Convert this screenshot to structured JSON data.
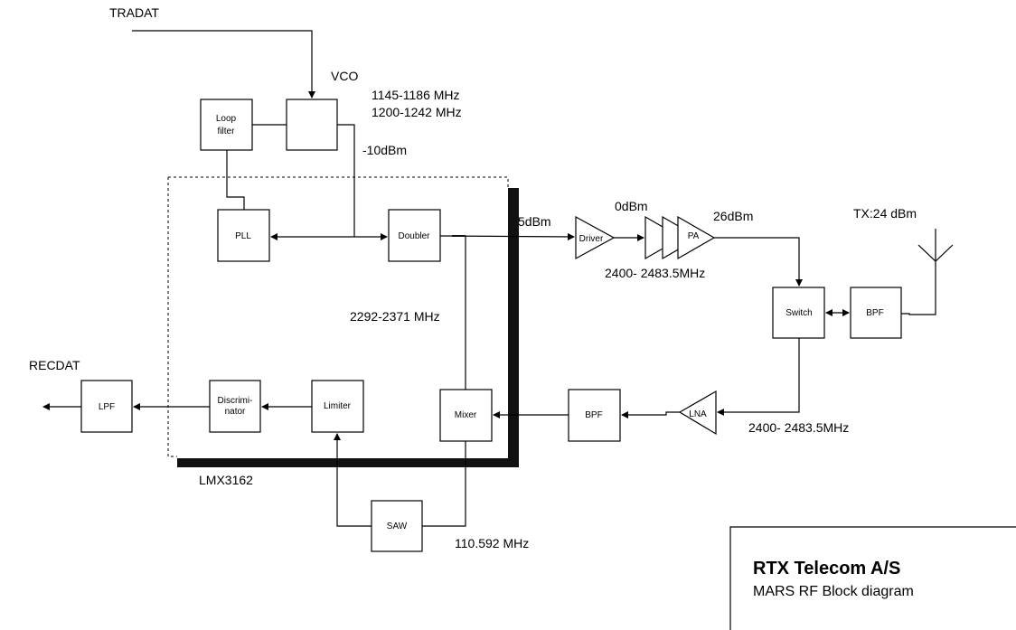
{
  "labels": {
    "tradat": "TRADAT",
    "recdat": "RECDAT",
    "vco": "VCO",
    "vco_freq_1": "1145-1186 MHz",
    "vco_freq_2": "1200-1242 MHz",
    "vco_level": "-10dBm",
    "doubler_freq": "2292-2371 MHz",
    "doubler_level": "5dBm",
    "driver_level": "0dBm",
    "pa_level": "26dBm",
    "tx_band": "2400- 2483.5MHz",
    "tx_power": "TX:24 dBm",
    "rx_band": "2400- 2483.5MHz",
    "chip": "LMX3162",
    "if_freq": "110.592 MHz"
  },
  "blocks": {
    "loop_filter_1": "Loop",
    "loop_filter_2": "filter",
    "pll": "PLL",
    "doubler": "Doubler",
    "driver": "Driver",
    "pa": "PA",
    "switch": "Switch",
    "tx_bpf": "BPF",
    "lna": "LNA",
    "rx_bpf": "BPF",
    "mixer": "Mixer",
    "limiter": "Limiter",
    "discriminator_1": "Discrimi-",
    "discriminator_2": "nator",
    "lpf": "LPF",
    "saw": "SAW"
  },
  "title_block": {
    "company": "RTX Telecom A/S",
    "subtitle": "MARS RF Block diagram"
  }
}
